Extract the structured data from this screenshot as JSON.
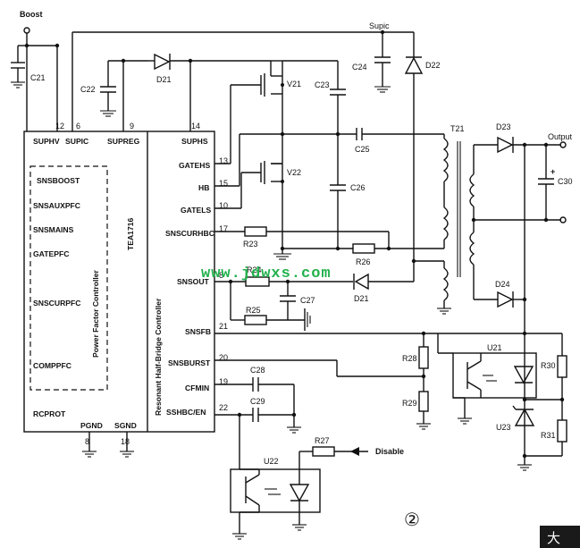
{
  "ic": {
    "name": "TEA1716",
    "left_section": "Power Factor Controller",
    "right_section": "Resonant Half-Bridge Controller",
    "pins_left": [
      "SNSBOOST",
      "SNSAUXPFC",
      "SNSMAINS",
      "GATEPFC",
      "SNSCURPFC",
      "COMPPFC",
      "RCPROT"
    ],
    "pins_right": [
      "SUPHS",
      "GATEHS",
      "HB",
      "GATELS",
      "SNSCURHBC",
      "SNSOUT",
      "SNSFB",
      "SNSBURST",
      "CFMIN",
      "SSHBC/EN"
    ],
    "pins_top": [
      "SUPHV",
      "SUPIC",
      "SUPREG"
    ],
    "pins_bottom": [
      "PGND",
      "SGND"
    ],
    "pin_numbers": {
      "suphv": "12",
      "supic": "6",
      "supreg": "9",
      "suphs": "14",
      "gatehs": "13",
      "hb": "15",
      "gatels": "10",
      "snscurhbc": "17",
      "snsout": "8",
      "snsfb": "21",
      "snsburst": "20",
      "cfmin": "19",
      "sshbc": "22",
      "pgnd": "8",
      "sgnd": "18"
    }
  },
  "nets": {
    "boost": "Boost",
    "supic": "Supic",
    "output": "Output",
    "disable": "Disable"
  },
  "components": {
    "c21": "C21",
    "c22": "C22",
    "d21a": "D21",
    "v21": "V21",
    "v22": "V22",
    "c23": "C23",
    "c24": "C24",
    "d22": "D22",
    "c25": "C25",
    "c26": "C26",
    "t21": "T21",
    "d23": "D23",
    "d24": "D24",
    "c30": "C30",
    "r23": "R23",
    "r26": "R26",
    "r24": "R24",
    "c27": "C27",
    "d21b": "D21",
    "r25": "R25",
    "r28": "R28",
    "r29": "R29",
    "u21": "U21",
    "r30": "R30",
    "u23": "U23",
    "r31": "R31",
    "c28": "C28",
    "c29": "C29",
    "u22": "U22",
    "r27": "R27"
  },
  "watermark": "www.jdwxs.com",
  "figure_number": "②",
  "stamp": "大"
}
